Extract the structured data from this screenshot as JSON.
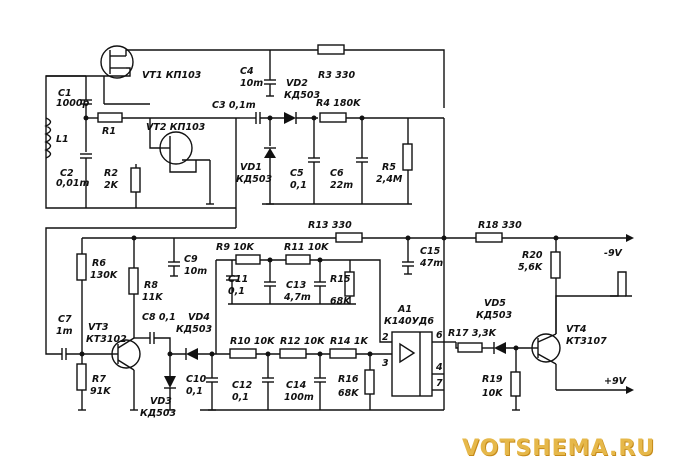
{
  "components": {
    "VT1": "VT1 КП103",
    "VT2": "VT2 КП103",
    "VT3a": "VT3",
    "VT3b": "КТ3102",
    "VT4a": "VT4",
    "VT4b": "КТ3107",
    "C1a": "C1",
    "C1b": "1000р",
    "L1": "L1",
    "C2a": "C2",
    "C2b": "0,01m",
    "R1": "R1",
    "R2a": "R2",
    "R2b": "2K",
    "C3": "C3 0,1m",
    "C4a": "C4",
    "C4b": "10m",
    "VD2a": "VD2",
    "VD2b": "КД503",
    "R3": "R3 330",
    "R4": "R4 180K",
    "VD1a": "VD1",
    "VD1b": "КД503",
    "C5a": "C5",
    "C5b": "0,1",
    "C6a": "C6",
    "C6b": "22m",
    "R5a": "R5",
    "R5b": "2,4M",
    "R13": "R13 330",
    "R18": "R18 330",
    "R6a": "R6",
    "R6b": "130K",
    "C9a": "C9",
    "C9b": "10m",
    "R9": "R9 10K",
    "R11": "R11 10K",
    "C15a": "C15",
    "C15b": "47m",
    "R20a": "R20",
    "R20b": "5,6K",
    "R8a": "R8",
    "R8b": "11K",
    "C11a": "C11",
    "C11b": "0,1",
    "C13a": "C13",
    "C13b": "4,7m",
    "R15a": "R15",
    "R15b": "68K",
    "C8": "C8 0,1",
    "VD4a": "VD4",
    "VD4b": "КД503",
    "A1a": "A1",
    "A1b": "К140УД6",
    "VD5a": "VD5",
    "VD5b": "КД503",
    "C7a": "C7",
    "C7b": "1m",
    "R10": "R10 10K",
    "R12": "R12 10K",
    "R14": "R14 1K",
    "R17": "R17 3,3K",
    "R7a": "R7",
    "R7b": "91K",
    "C10a": "C10",
    "C10b": "0,1",
    "C12a": "C12",
    "C12b": "0,1",
    "C14a": "C14",
    "C14b": "100m",
    "R16a": "R16",
    "R16b": "68K",
    "R19a": "R19",
    "R19b": "10K",
    "VD3a": "VD3",
    "VD3b": "КД503"
  },
  "pins": {
    "p2": "2",
    "p3": "3",
    "p4": "4",
    "p6": "6",
    "p7": "7"
  },
  "rails": {
    "neg": "-9V",
    "pos": "+9V"
  },
  "watermark": "VOTSHEMA.RU"
}
